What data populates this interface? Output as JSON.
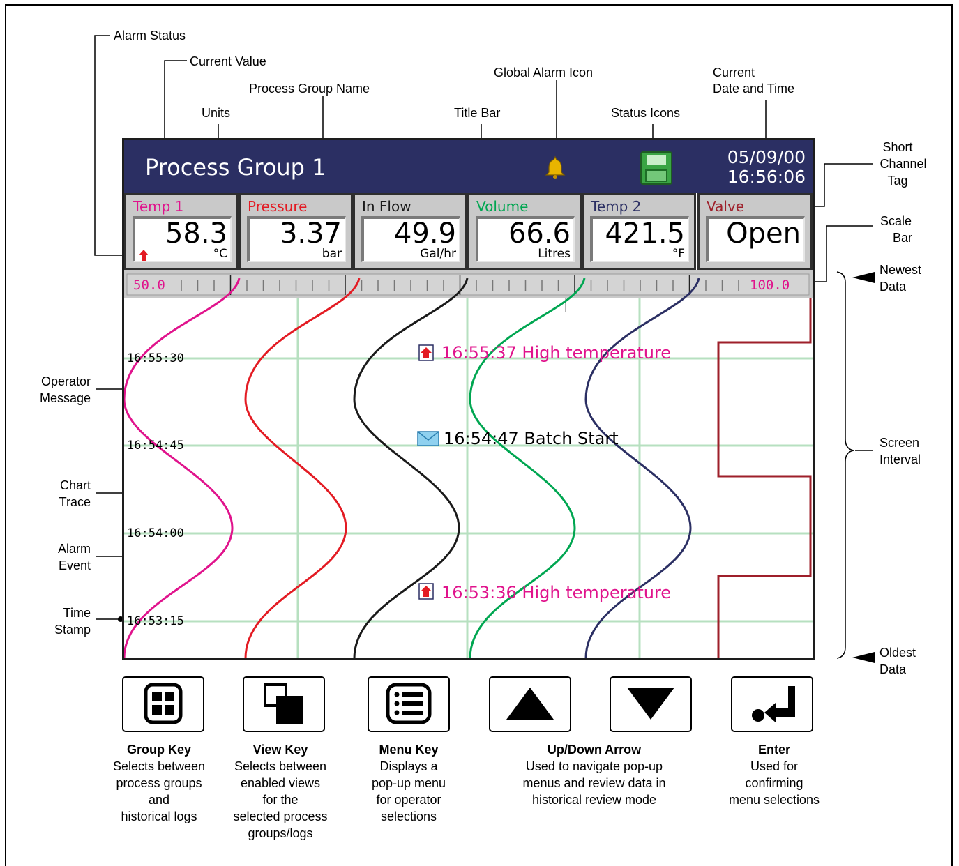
{
  "callouts": {
    "alarm_status": "Alarm Status",
    "current_value": "Current Value",
    "process_group_name": "Process Group Name",
    "units": "Units",
    "title_bar": "Title Bar",
    "global_alarm_icon": "Global Alarm Icon",
    "status_icons": "Status Icons",
    "current_date_time_1": "Current",
    "current_date_time_2": "Date and Time",
    "short_channel_tag_1": "Short",
    "short_channel_tag_2": "Channel",
    "short_channel_tag_3": "Tag",
    "scale_bar_1": "Scale",
    "scale_bar_2": "Bar",
    "newest_data_1": "Newest",
    "newest_data_2": "Data",
    "screen_interval_1": "Screen",
    "screen_interval_2": "Interval",
    "oldest_data_1": "Oldest",
    "oldest_data_2": "Data",
    "operator_message_1": "Operator",
    "operator_message_2": "Message",
    "chart_trace_1": "Chart",
    "chart_trace_2": "Trace",
    "alarm_event_1": "Alarm",
    "alarm_event_2": "Event",
    "time_stamp_1": "Time",
    "time_stamp_2": "Stamp"
  },
  "screen": {
    "title": "Process Group 1",
    "date": "05/09/00",
    "time": "16:56:06",
    "channels": [
      {
        "tag": "Temp 1",
        "value": "58.3",
        "units": "°C",
        "color": "#e0138c"
      },
      {
        "tag": "Pressure",
        "value": "3.37",
        "units": "bar",
        "color": "#e31b23"
      },
      {
        "tag": "In Flow",
        "value": "49.9",
        "units": "Gal/hr",
        "color": "#1a1a1a"
      },
      {
        "tag": "Volume",
        "value": "66.6",
        "units": "Litres",
        "color": "#00a651"
      },
      {
        "tag": "Temp 2",
        "value": "421.5",
        "units": "°F",
        "color": "#2b2f63"
      },
      {
        "tag": "Valve",
        "value": "Open",
        "units": "",
        "color": "#9e1f2a"
      }
    ],
    "scale": {
      "min": "50.0",
      "max": "100.0"
    },
    "timestamps": [
      "16:55:30",
      "16:54:45",
      "16:54:00",
      "16:53:15"
    ],
    "events": {
      "alarm_top": "16:55:37 High temperature",
      "operator": "16:54:47 Batch Start",
      "alarm_bottom": "16:53:36 High temperature"
    }
  },
  "keys": [
    {
      "icon": "group-key-icon",
      "title": "Group Key",
      "desc": [
        "Selects between",
        "process groups",
        "and",
        "historical logs"
      ]
    },
    {
      "icon": "view-key-icon",
      "title": "View Key",
      "desc": [
        "Selects between",
        "enabled views",
        "for the",
        "selected process",
        "groups/logs"
      ]
    },
    {
      "icon": "menu-key-icon",
      "title": "Menu Key",
      "desc": [
        "Displays a",
        "pop-up menu",
        "for operator",
        "selections"
      ]
    },
    {
      "icon": "up-down-arrow-icon",
      "title": "Up/Down Arrow",
      "desc": [
        "Used to navigate pop-up",
        "menus and review data in",
        "historical review mode"
      ]
    },
    {
      "icon": "enter-key-icon",
      "title": "Enter",
      "desc": [
        "Used for",
        "confirming",
        "menu selections"
      ]
    }
  ]
}
